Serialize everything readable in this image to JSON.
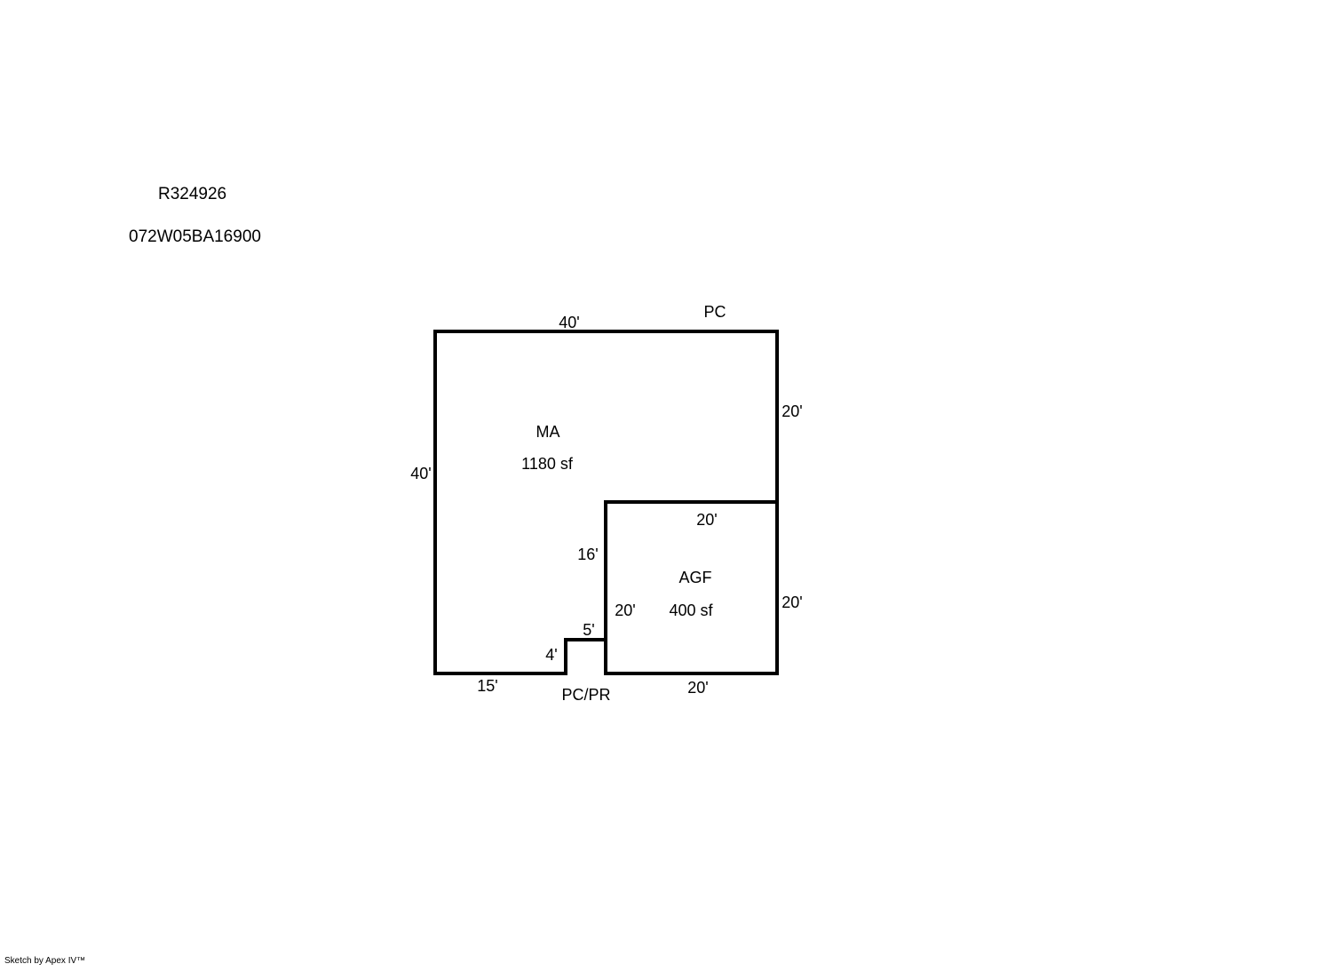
{
  "header": {
    "parcel_number": "R324926",
    "tax_lot_number": "072W05BA16900"
  },
  "sketch": {
    "areas": {
      "ma_code": "MA",
      "ma_size": "1180 sf",
      "agf_code": "AGF",
      "agf_size": "400 sf"
    },
    "dims": {
      "ma_top": "40'",
      "ma_left": "40'",
      "ma_right": "20'",
      "pc": "PC",
      "agf_top": "20'",
      "agf_left_upper": "16'",
      "agf_left_lower": "20'",
      "agf_right": "20'",
      "agf_bottom": "20'",
      "notch_top": "5'",
      "notch_left": "4'",
      "bottom_left_edge": "15'",
      "pcpr": "PC/PR"
    },
    "line_color": "#000000"
  },
  "footer": {
    "text": "Sketch by Apex IV™"
  }
}
